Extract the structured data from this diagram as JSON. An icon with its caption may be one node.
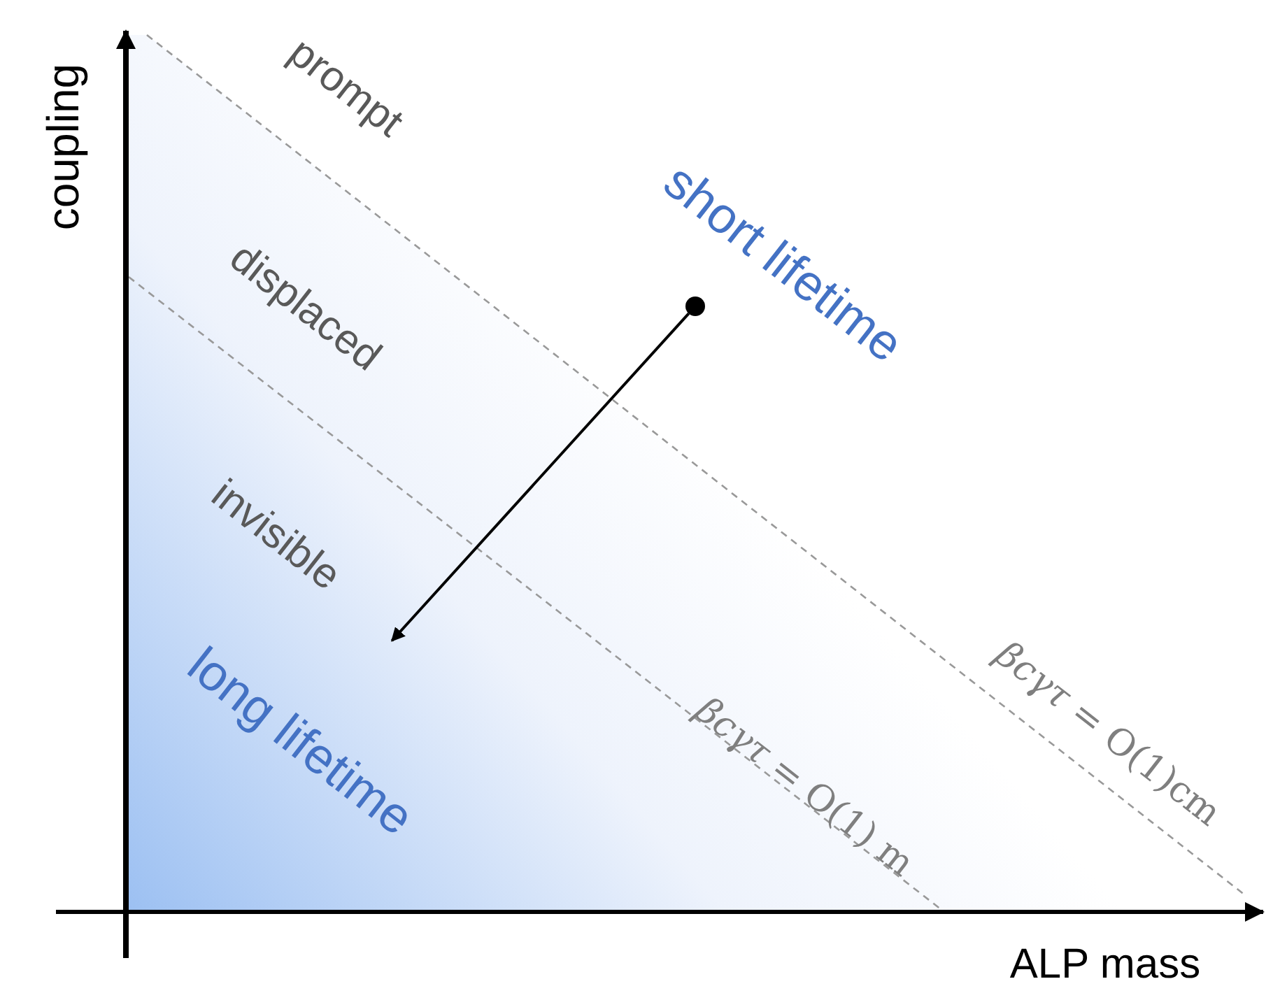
{
  "diagram": {
    "nodes": [
      {
        "text": [],
        "shape": "circle"
      },
      {
        "text": [
          "long lifetime"
        ]
      }
    ],
    "edges": [
      {
        "from": 0,
        "to": 1,
        "arrow": "to"
      }
    ],
    "labels": [
      "coupling",
      "prompt",
      "short lifetime",
      "displaced",
      "invisible",
      "*βcγτ* = O(1) m",
      "*βcγτ* = O(1)cm",
      "ALP mass"
    ]
  }
}
